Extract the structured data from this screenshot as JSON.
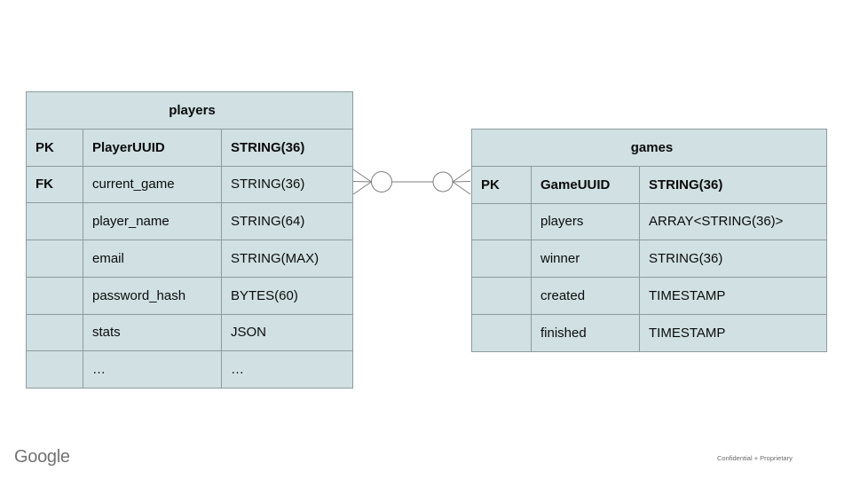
{
  "colors": {
    "cell_fill": "#d0e0e3",
    "cell_border": "#8d9b9e",
    "connector_stroke": "#7f7f7f",
    "text": "#0b0b0b",
    "footer_gray": "#737373"
  },
  "tables": {
    "players": {
      "title": "players",
      "rows": [
        {
          "key": "PK",
          "field": "PlayerUUID",
          "type": "STRING(36)"
        },
        {
          "key": "FK",
          "field": "current_game",
          "type": "STRING(36)"
        },
        {
          "key": "",
          "field": "player_name",
          "type": "STRING(64)"
        },
        {
          "key": "",
          "field": "email",
          "type": "STRING(MAX)"
        },
        {
          "key": "",
          "field": "password_hash",
          "type": "BYTES(60)"
        },
        {
          "key": "",
          "field": "stats",
          "type": "JSON"
        },
        {
          "key": "",
          "field": "…",
          "type": "…"
        }
      ]
    },
    "games": {
      "title": "games",
      "rows": [
        {
          "key": "PK",
          "field": "GameUUID",
          "type": "STRING(36)"
        },
        {
          "key": "",
          "field": "players",
          "type": "ARRAY<STRING(36)>"
        },
        {
          "key": "",
          "field": "winner",
          "type": "STRING(36)"
        },
        {
          "key": "",
          "field": "created",
          "type": "TIMESTAMP"
        },
        {
          "key": "",
          "field": "finished",
          "type": "TIMESTAMP"
        }
      ]
    }
  },
  "relationship": {
    "from": "players.current_game",
    "to": "games.GameUUID",
    "cardinality": "zero-or-many to zero-or-many"
  },
  "footer": {
    "logo_text": "Google",
    "confidential_text": "Confidential + Proprietary"
  }
}
